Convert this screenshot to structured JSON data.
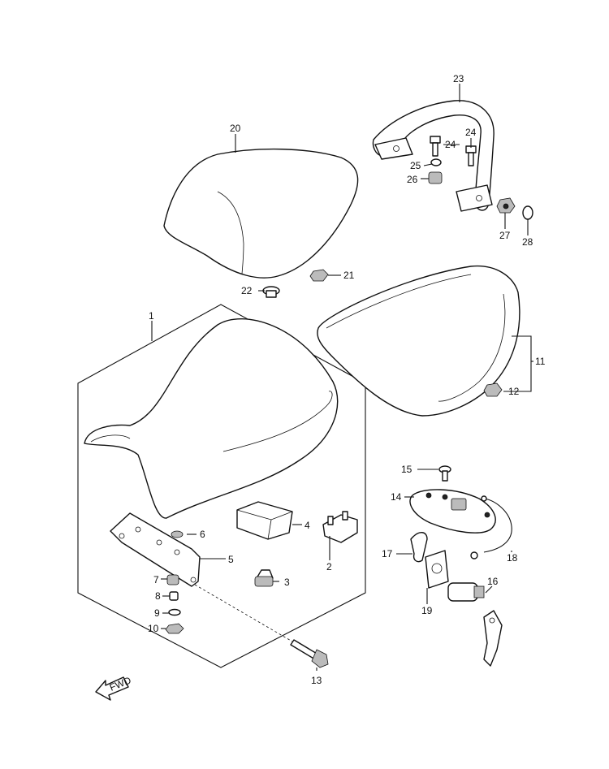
{
  "labels": {
    "l1": "1",
    "l2": "2",
    "l3": "3",
    "l4": "4",
    "l5": "5",
    "l6": "6",
    "l7": "7",
    "l8": "8",
    "l9": "9",
    "l10": "10",
    "l11": "11",
    "l12": "12",
    "l13": "13",
    "l14": "14",
    "l15": "15",
    "l16": "16",
    "l17": "17",
    "l18": "18",
    "l19": "19",
    "l20": "20",
    "l21": "21",
    "l22": "22",
    "l23": "23",
    "l24a": "24",
    "l24b": "24",
    "l25": "25",
    "l26": "26",
    "l27": "27",
    "l28": "28"
  },
  "fwd_arrow": {
    "text": "FWD",
    "icon": "forward-arrow-icon"
  }
}
